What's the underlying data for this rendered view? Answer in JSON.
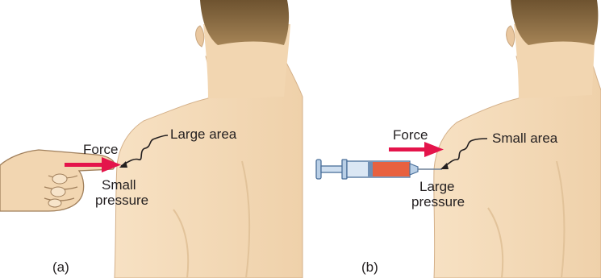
{
  "colors": {
    "skin": "#f5ddbc",
    "skin_shadow": "#e8c9a2",
    "skin_outline": "#c9a67f",
    "hair": "#8b6d3f",
    "hair_dark": "#5f4a2a",
    "arrow": "#e4144b",
    "syringe_body": "#b9cfe6",
    "syringe_outline": "#4a6f9a",
    "syringe_fluid": "#e8613f",
    "text": "#231f20"
  },
  "panel_a": {
    "label": "(a)",
    "force_label": "Force",
    "area_label": "Large area",
    "pressure_label_line1": "Small",
    "pressure_label_line2": "pressure",
    "pressing_object": "finger-icon"
  },
  "panel_b": {
    "label": "(b)",
    "force_label": "Force",
    "area_label": "Small area",
    "pressure_label_line1": "Large",
    "pressure_label_line2": "pressure",
    "pressing_object": "syringe-icon"
  }
}
